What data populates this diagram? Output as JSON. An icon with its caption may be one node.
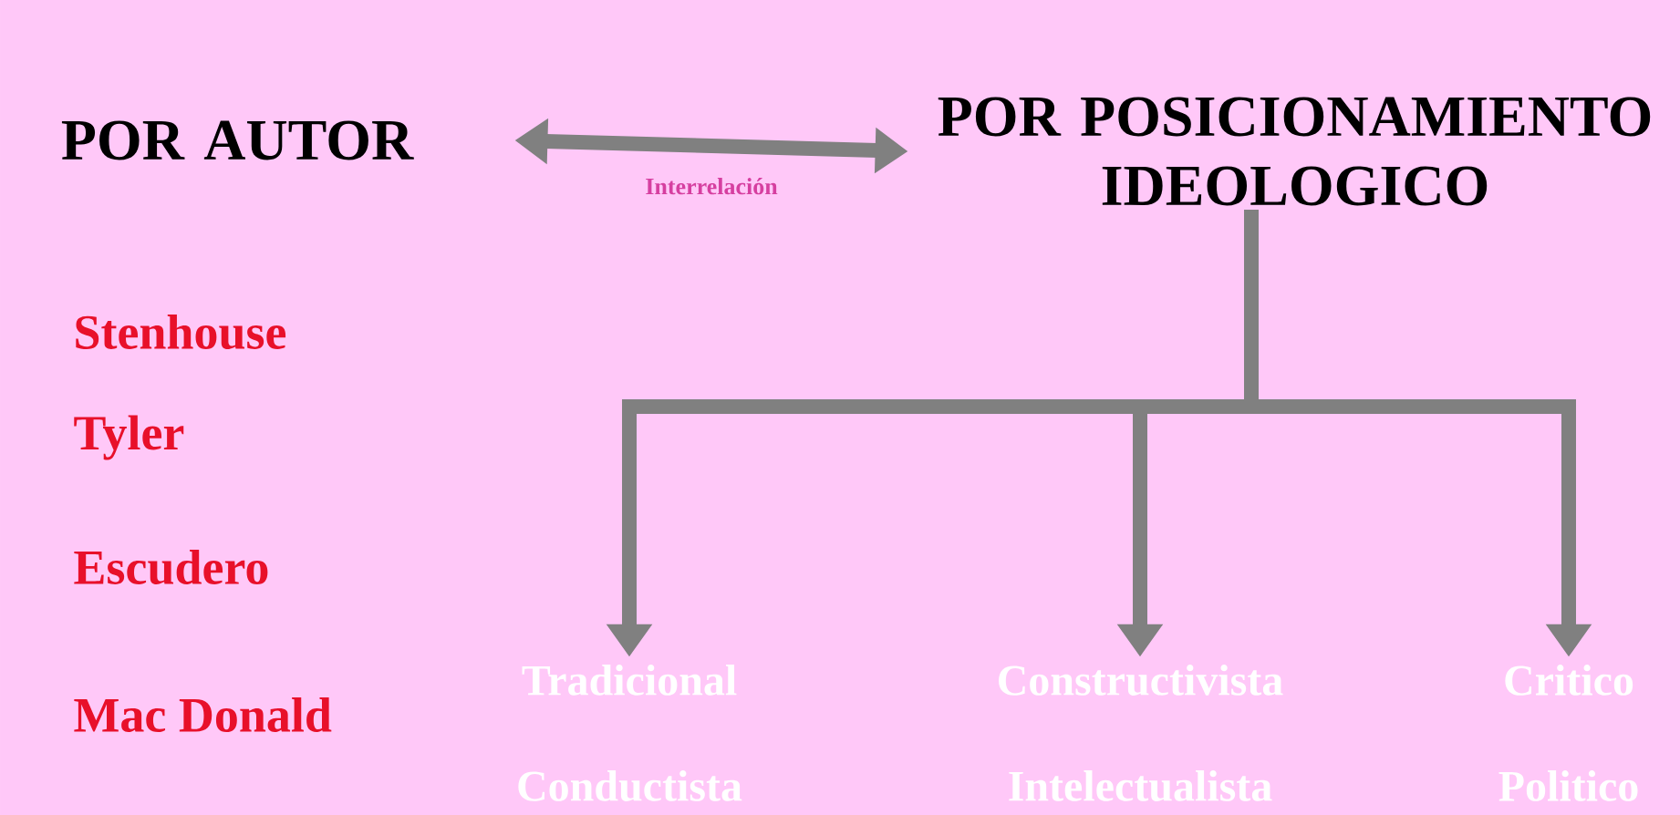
{
  "diagram": {
    "nodes": [
      {
        "text": [
          "POR AUTOR"
        ]
      },
      {
        "text": [
          "POR POSICIONAMIENTO IDEOLOGICO"
        ]
      },
      {
        "text": [
          "Tradicional",
          "Conductista"
        ]
      },
      {
        "text": [
          "Constructivista",
          "Intelectualista"
        ]
      },
      {
        "text": [
          "Critico",
          "Politico"
        ]
      }
    ],
    "edges": [
      {
        "from": 0,
        "to": 1,
        "arrow": "both",
        "label": "Interrelación"
      },
      {
        "from": 1,
        "to": 2,
        "arrow": "to"
      },
      {
        "from": 1,
        "to": 3,
        "arrow": "to"
      },
      {
        "from": 1,
        "to": 4,
        "arrow": "to"
      }
    ],
    "labels": [
      "Stenhouse",
      "Tyler",
      "Escudero",
      "Mac Donald"
    ]
  }
}
